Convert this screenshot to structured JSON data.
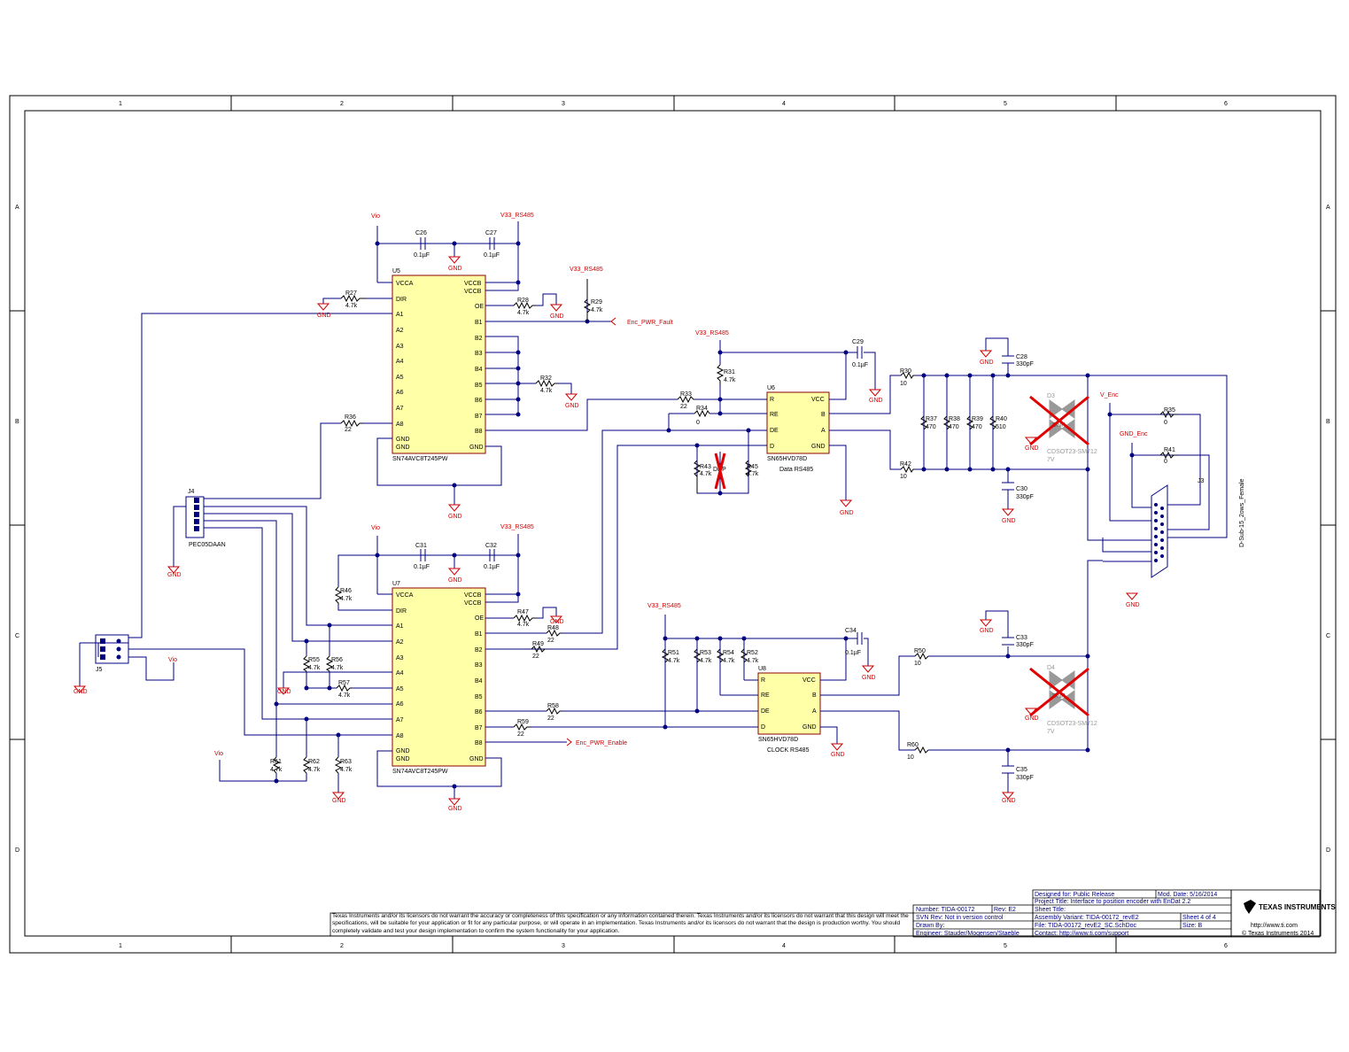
{
  "zone_columns": [
    "1",
    "2",
    "3",
    "4",
    "5",
    "6"
  ],
  "zone_rows": [
    "A",
    "B",
    "C",
    "D"
  ],
  "nets": {
    "vio": "Vio",
    "v33": "V33_RS485",
    "gnd": "GND",
    "v_enc": "V_Enc",
    "gnd_enc": "GND_Enc",
    "enc_pwr_fault": "Enc_PWR_Fault",
    "enc_pwr_enable": "Enc_PWR_Enable"
  },
  "components": {
    "u5": {
      "ref": "U5",
      "part": "SN74AVC8T245PW"
    },
    "u7": {
      "ref": "U7",
      "part": "SN74AVC8T245PW"
    },
    "u6": {
      "ref": "U6",
      "part": "SN65HVD78D",
      "function": "Data RS485"
    },
    "u8": {
      "ref": "U8",
      "part": "SN65HVD78D",
      "function": "CLOCK RS485"
    },
    "j3": {
      "ref": "J3",
      "part": "D-Sub-15_2ows_Female"
    },
    "j4": {
      "ref": "J4",
      "part": "PEC05DAAN"
    },
    "j5": {
      "ref": "J5"
    },
    "d3": {
      "ref": "D3",
      "part": "CDSOT23-SM712",
      "value": "7V",
      "dnp": "DNP"
    },
    "d4": {
      "ref": "D4",
      "part": "CDSOT23-SM712",
      "value": "7V",
      "dnp": "DNP"
    },
    "caps": [
      {
        "ref": "C26",
        "value": "0.1µF"
      },
      {
        "ref": "C27",
        "value": "0.1µF"
      },
      {
        "ref": "C29",
        "value": "0.1µF"
      },
      {
        "ref": "C28",
        "value": "330pF"
      },
      {
        "ref": "C30",
        "value": "330pF"
      },
      {
        "ref": "C31",
        "value": "0.1µF"
      },
      {
        "ref": "C32",
        "value": "0.1µF"
      },
      {
        "ref": "C34",
        "value": "0.1µF"
      },
      {
        "ref": "C33",
        "value": "330pF"
      },
      {
        "ref": "C35",
        "value": "330pF"
      }
    ],
    "resistors": [
      {
        "ref": "R27",
        "value": "4.7k"
      },
      {
        "ref": "R28",
        "value": "4.7k"
      },
      {
        "ref": "R29",
        "value": "4.7k"
      },
      {
        "ref": "R32",
        "value": "4.7k"
      },
      {
        "ref": "R36",
        "value": "22"
      },
      {
        "ref": "R33",
        "value": "22"
      },
      {
        "ref": "R34",
        "value": "0"
      },
      {
        "ref": "R31",
        "value": "4.7k"
      },
      {
        "ref": "R43",
        "value": "4.7k"
      },
      {
        "ref": "R45",
        "value": "4.7k"
      },
      {
        "ref": "R30",
        "value": "10"
      },
      {
        "ref": "R42",
        "value": "10"
      },
      {
        "ref": "R37",
        "value": "470"
      },
      {
        "ref": "R38",
        "value": "470"
      },
      {
        "ref": "R39",
        "value": "470"
      },
      {
        "ref": "R40",
        "value": "510"
      },
      {
        "ref": "R35",
        "value": "0"
      },
      {
        "ref": "R41",
        "value": "0"
      },
      {
        "ref": "R46",
        "value": "4.7k"
      },
      {
        "ref": "R47",
        "value": "4.7k"
      },
      {
        "ref": "R48",
        "value": "22"
      },
      {
        "ref": "R49",
        "value": "22"
      },
      {
        "ref": "R55",
        "value": "4.7k"
      },
      {
        "ref": "R56",
        "value": "4.7k"
      },
      {
        "ref": "R57",
        "value": "4.7k"
      },
      {
        "ref": "R58",
        "value": "22"
      },
      {
        "ref": "R59",
        "value": "22"
      },
      {
        "ref": "R61",
        "value": "4.7k"
      },
      {
        "ref": "R62",
        "value": "4.7k"
      },
      {
        "ref": "R63",
        "value": "4.7k"
      },
      {
        "ref": "R51",
        "value": "4.7k"
      },
      {
        "ref": "R53",
        "value": "4.7k"
      },
      {
        "ref": "R54",
        "value": "4.7k"
      },
      {
        "ref": "R52",
        "value": "4.7k"
      },
      {
        "ref": "R50",
        "value": "10"
      },
      {
        "ref": "R60",
        "value": "10"
      }
    ]
  },
  "pin_labels": {
    "translator_left": [
      "VCCA",
      "DIR",
      "A1",
      "A2",
      "A3",
      "A4",
      "A5",
      "A6",
      "A7",
      "A8",
      "GND",
      "GND"
    ],
    "translator_right": [
      "VCCB",
      "VCCB",
      "OE",
      "B1",
      "B2",
      "B3",
      "B4",
      "B5",
      "B6",
      "B7",
      "B8",
      "GND"
    ],
    "transceiver_left": [
      "R",
      "RE",
      "DE",
      "D"
    ],
    "transceiver_right": [
      "VCC",
      "B",
      "A",
      "GND"
    ]
  },
  "disclaimer": "Texas Instruments and/or its licensors do not warrant the accuracy or completeness of this specification or any information contained therein. Texas Instruments and/or its licensors do not warrant that this design will meet the specifications, will be suitable for your application or fit for any particular purpose, or will operate in an implementation. Texas Instruments and/or its licensors do not warrant that the design is production worthy. You should completely validate and test your design implementation to confirm the system functionality for your application.",
  "title_block": {
    "designed_for": "Designed for: Public Release",
    "mod_date": "Mod. Date: 5/16/2014",
    "project_title": "Project Title: Interface to position encoder with EnDat 2.2",
    "number": "Number: TIDA-00172",
    "rev": "Rev:   E2",
    "sheet_title": "Sheet Title:",
    "svn_rev": "SVN Rev:   Not in version control",
    "assembly_variant": "Assembly Variant: TIDA-00172_revE2",
    "sheet": "Sheet  4   of  4",
    "drawn_by": "Drawn By:",
    "file": "File: TIDA-00172_revE2_SC.SchDoc",
    "size": "Size: B",
    "engineer": "Engineer:  Stauder/Mogensen/Staeble",
    "contact": "Contact:  http://www.ti.com/support",
    "logo_text": "TEXAS INSTRUMENTS",
    "url": "http://www.ti.com",
    "copyright": "© Texas Instruments  2014"
  }
}
